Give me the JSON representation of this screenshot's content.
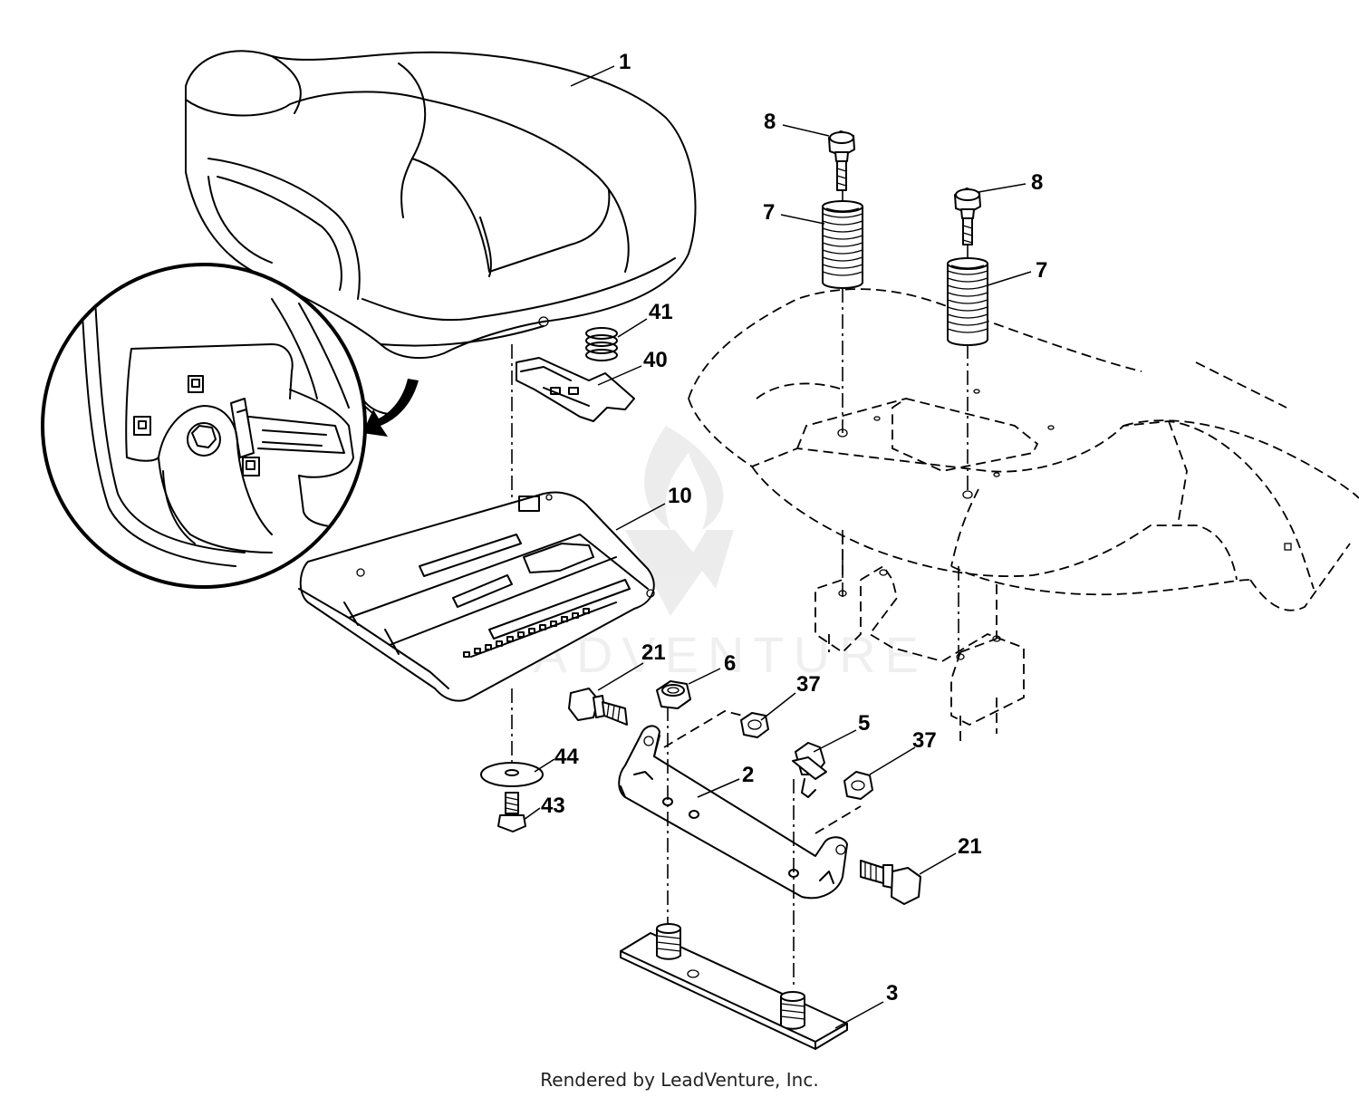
{
  "callouts": {
    "seat": "1",
    "seat_pan": "10",
    "spring_41": "41",
    "clip_40": "40",
    "bolt_8_left": "8",
    "bolt_8_right": "8",
    "spring_7_left": "7",
    "spring_7_right": "7",
    "bolt_21_left": "21",
    "bolt_21_right": "21",
    "nut_6": "6",
    "nut_37_top": "37",
    "nut_37_right": "37",
    "switch_5": "5",
    "bracket_2": "2",
    "washer_44": "44",
    "screw_43": "43",
    "plate_3": "3"
  },
  "watermark": "LEADVENTURE",
  "footer": "Rendered by LeadVenture, Inc."
}
